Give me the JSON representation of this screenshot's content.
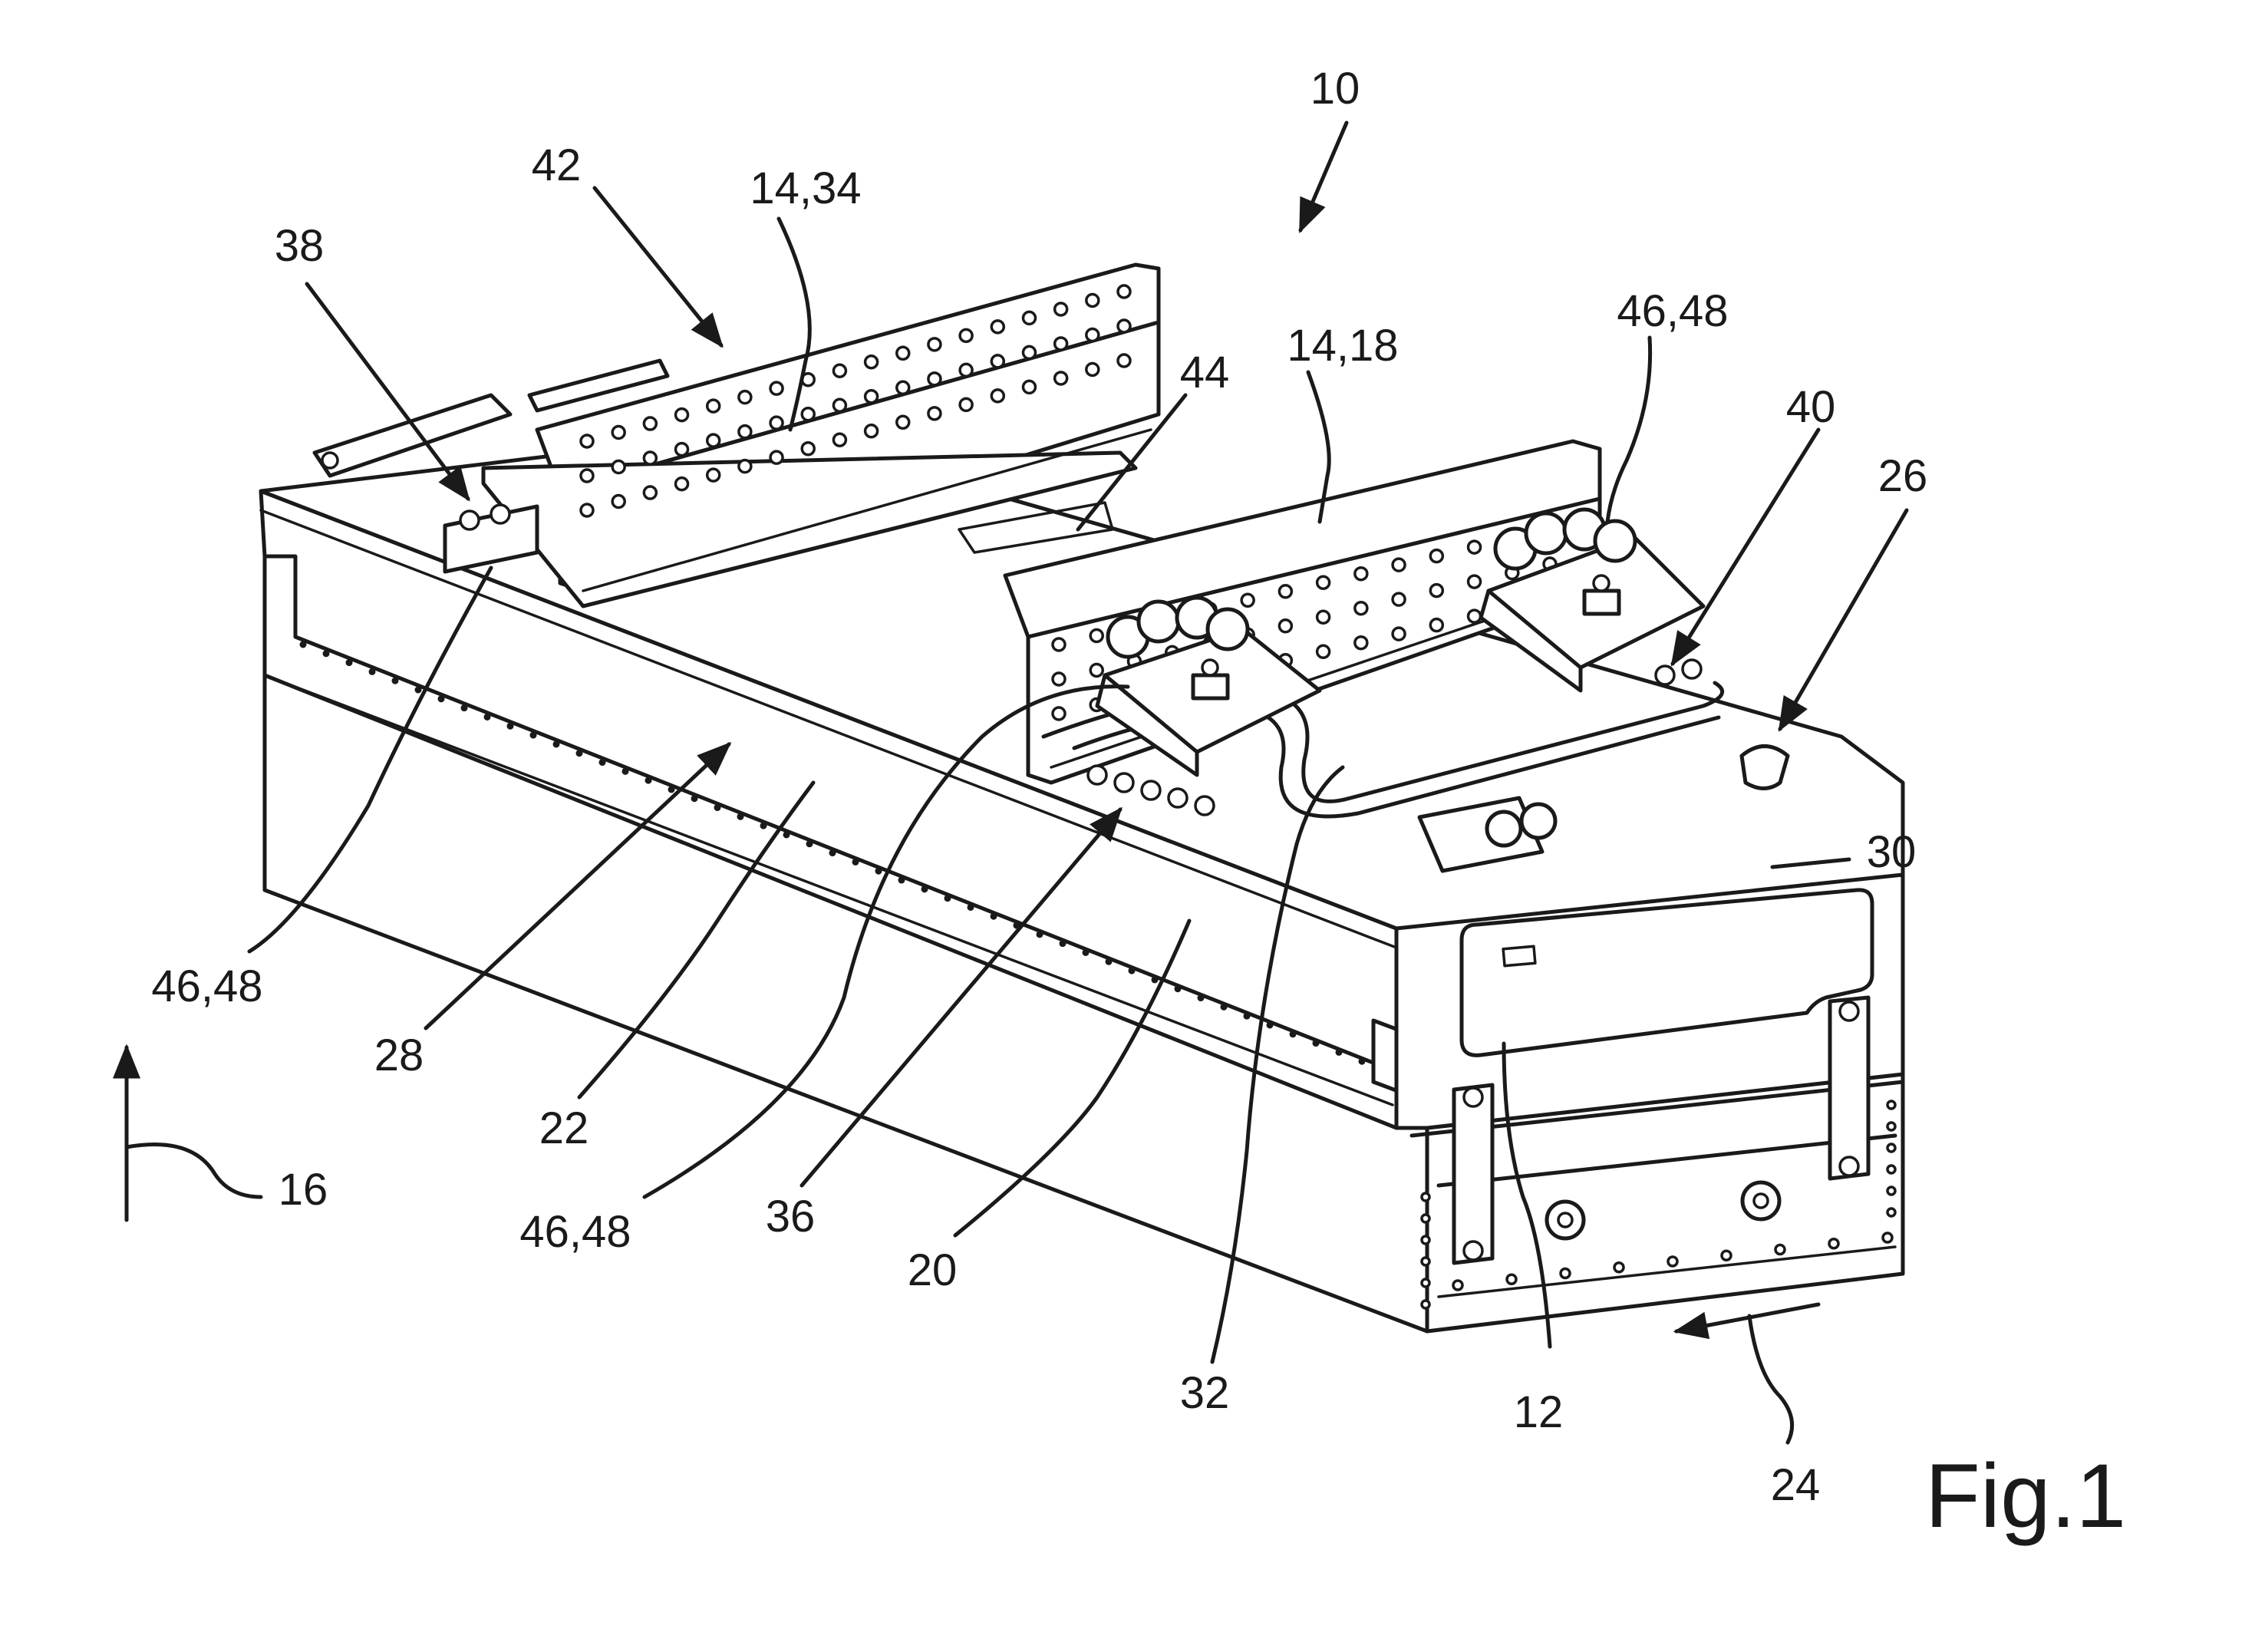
{
  "figure": {
    "caption": "Fig.1",
    "labels": {
      "l10": "10",
      "l42": "42",
      "l14_34": "14,34",
      "l38": "38",
      "l46_48_top_right": "46,48",
      "l14_18": "14,18",
      "l44": "44",
      "l40": "40",
      "l26": "26",
      "l30": "30",
      "l46_48_left": "46,48",
      "l28": "28",
      "l22": "22",
      "l16": "16",
      "l46_48_bottom": "46,48",
      "l36": "36",
      "l20": "20",
      "l32": "32",
      "l12": "12",
      "l24": "24"
    }
  }
}
